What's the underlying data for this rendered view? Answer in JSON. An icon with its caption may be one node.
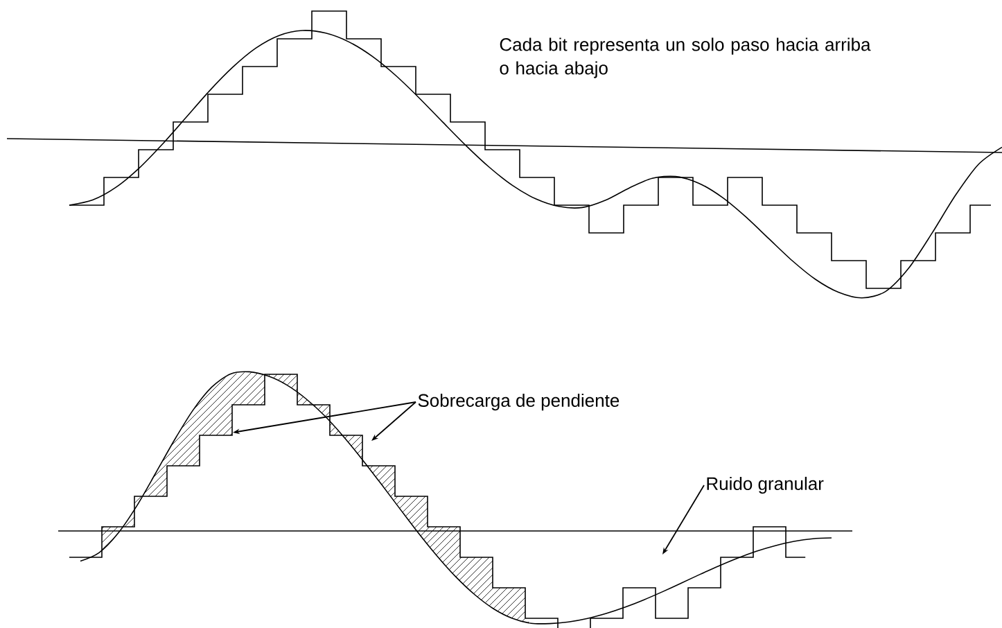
{
  "diagram": {
    "nodes": [
      {
        "text": [
          "Sobrecarga de pendiente"
        ]
      },
      {
        "text": [
          "Ruido granular"
        ]
      }
    ],
    "edges": [
      {
        "from": 0,
        "to": null,
        "arrow": "to"
      },
      {
        "from": 0,
        "to": null,
        "arrow": "to"
      },
      {
        "from": 1,
        "to": null,
        "arrow": "to"
      }
    ],
    "labels": [
      "Cada bit representa un solo paso hacia arriba o hacia abajo"
    ]
  }
}
